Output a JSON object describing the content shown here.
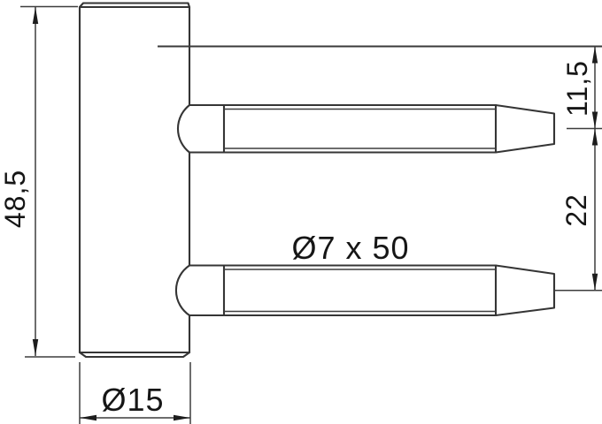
{
  "drawing": {
    "type": "technical-drawing",
    "background_color": "#ffffff",
    "line_color": "#353535",
    "text_color": "#161616",
    "labels": {
      "body_height": "48,5",
      "top_pin_offset": "11,5",
      "pin_spacing": "22",
      "pin_dimensions": "Ø7 x 50",
      "body_diameter": "Ø15"
    }
  }
}
